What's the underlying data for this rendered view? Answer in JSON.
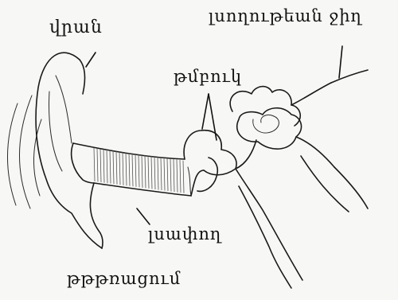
{
  "diagram": {
    "labels": {
      "auricle": "վրան",
      "auditory_nerve": "լսողութեան ջիղ",
      "ossicles": "թմբուկ",
      "ear_canal": "լսափող",
      "eardrum": "թթթռացում"
    },
    "ink_color": "#1a1a1a",
    "paper_color": "#f7f7f5"
  }
}
